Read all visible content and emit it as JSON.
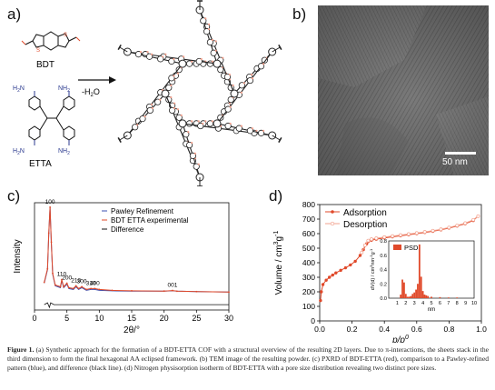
{
  "panels": {
    "a": "a)",
    "b": "b)",
    "c": "c)",
    "d": "d)"
  },
  "panel_a": {
    "bdt_label": "BDT",
    "etta_label": "ETTA",
    "nh2": "NH",
    "nh2_sub": "2",
    "h2n": "H",
    "h2n_sub": "2",
    "h2n_n": "N",
    "reaction": "-H",
    "reaction_sub": "2",
    "reaction_o": "O",
    "colors": {
      "sulfur": "#e0492a",
      "aldehyde": "#e0492a",
      "amine": "#2b3a8f"
    }
  },
  "panel_b": {
    "scale_bar": "50 nm"
  },
  "chart_data": [
    {
      "type": "line",
      "id": "pxrd",
      "xlabel": "2θ/°",
      "ylabel": "Intensity",
      "xlim": [
        0,
        30
      ],
      "xticks": [
        0,
        5,
        10,
        15,
        20,
        25,
        30
      ],
      "legend": [
        "Pawley Refinement",
        "BDT ETTA experimental",
        "Difference"
      ],
      "legend_position": "top-right",
      "peak_labels": [
        {
          "label": "100",
          "x": 2.4
        },
        {
          "label": "110",
          "x": 4.2
        },
        {
          "label": "200",
          "x": 5.0
        },
        {
          "label": "210",
          "x": 6.4
        },
        {
          "label": "300",
          "x": 7.3
        },
        {
          "label": "310",
          "x": 8.7
        },
        {
          "label": "400",
          "x": 9.3
        },
        {
          "label": "001",
          "x": 21.3
        }
      ],
      "series": [
        {
          "name": "Pawley Refinement",
          "color": "#3b4fb0",
          "x": [
            1.5,
            2.0,
            2.2,
            2.4,
            2.6,
            2.8,
            3.2,
            4.0,
            4.2,
            4.5,
            5.0,
            5.3,
            6.0,
            6.4,
            6.8,
            7.3,
            8.0,
            8.7,
            9.3,
            10,
            12,
            15,
            20,
            21.3,
            22,
            25,
            30
          ],
          "y": [
            0.15,
            0.3,
            0.7,
            1.0,
            0.6,
            0.25,
            0.12,
            0.1,
            0.18,
            0.1,
            0.14,
            0.09,
            0.08,
            0.11,
            0.08,
            0.1,
            0.07,
            0.08,
            0.08,
            0.07,
            0.065,
            0.06,
            0.06,
            0.065,
            0.06,
            0.055,
            0.05
          ]
        },
        {
          "name": "BDT ETTA experimental",
          "color": "#e0492a",
          "x": [
            1.5,
            2.0,
            2.2,
            2.4,
            2.6,
            2.8,
            3.2,
            4.0,
            4.2,
            4.5,
            5.0,
            5.3,
            6.0,
            6.4,
            6.8,
            7.3,
            8.0,
            8.7,
            9.3,
            10,
            12,
            15,
            20,
            21.3,
            22,
            25,
            30
          ],
          "y": [
            0.16,
            0.31,
            0.71,
            1.0,
            0.61,
            0.26,
            0.13,
            0.11,
            0.19,
            0.11,
            0.15,
            0.1,
            0.09,
            0.12,
            0.09,
            0.11,
            0.08,
            0.09,
            0.09,
            0.08,
            0.07,
            0.065,
            0.062,
            0.068,
            0.06,
            0.056,
            0.05
          ]
        },
        {
          "name": "Difference",
          "color": "#111111",
          "x": [
            1.5,
            2.0,
            2.3,
            2.5,
            3.0,
            5,
            10,
            15,
            20,
            25,
            30
          ],
          "y": [
            0.0,
            0.02,
            -0.03,
            0.02,
            0.0,
            0.0,
            0.0,
            0.0,
            0.0,
            0.0,
            0.0
          ]
        }
      ]
    },
    {
      "type": "line",
      "id": "isotherm",
      "xlabel": "p/p",
      "xlabel_sup": "0",
      "ylabel": "Volume / cm",
      "ylabel_sup1": "3",
      "ylabel_mid": "g",
      "ylabel_sup2": "-1",
      "xlim": [
        0,
        1.0
      ],
      "ylim": [
        0,
        800
      ],
      "xticks": [
        0.0,
        0.2,
        0.4,
        0.6,
        0.8,
        1.0
      ],
      "yticks": [
        0,
        100,
        200,
        300,
        400,
        500,
        600,
        700,
        800
      ],
      "legend": [
        "Adsorption",
        "Desorption"
      ],
      "legend_position": "top-left",
      "series": [
        {
          "name": "Adsorption",
          "color": "#e0492a",
          "x": [
            0.005,
            0.01,
            0.02,
            0.04,
            0.06,
            0.08,
            0.1,
            0.13,
            0.16,
            0.19,
            0.22,
            0.25,
            0.27,
            0.29,
            0.3,
            0.32,
            0.35,
            0.4,
            0.45,
            0.5,
            0.55,
            0.6,
            0.65,
            0.7,
            0.75,
            0.8,
            0.85,
            0.9,
            0.95,
            0.98
          ],
          "y": [
            140,
            200,
            250,
            280,
            300,
            315,
            330,
            348,
            365,
            385,
            410,
            450,
            490,
            530,
            545,
            555,
            562,
            570,
            578,
            585,
            592,
            600,
            608,
            616,
            626,
            638,
            652,
            668,
            690,
            720
          ]
        },
        {
          "name": "Desorption",
          "color": "#f2a08c",
          "x": [
            0.98,
            0.95,
            0.9,
            0.85,
            0.8,
            0.75,
            0.7,
            0.65,
            0.6,
            0.55,
            0.5,
            0.45,
            0.4,
            0.35,
            0.32,
            0.3,
            0.28,
            0.26
          ],
          "y": [
            720,
            695,
            672,
            656,
            642,
            630,
            620,
            612,
            604,
            597,
            590,
            583,
            576,
            568,
            562,
            552,
            520,
            470
          ]
        }
      ]
    },
    {
      "type": "bar",
      "id": "psd",
      "legend": [
        "PSD"
      ],
      "xlabel": "nm",
      "ylabel": "dV(d) / cm",
      "ylabel_rest": "nm",
      "ylabel_sup": "3",
      "ylabel_sup2": "-1",
      "ylabel_g": "g",
      "xlim": [
        0,
        10
      ],
      "ylim": [
        0,
        0.8
      ],
      "xticks": [
        1,
        2,
        3,
        4,
        5,
        6,
        7,
        8,
        9,
        10
      ],
      "yticks": [
        0.0,
        0.2,
        0.4,
        0.6,
        0.8
      ],
      "x": [
        1.4,
        1.6,
        1.8,
        2.0,
        2.2,
        2.4,
        2.6,
        2.8,
        3.0,
        3.2,
        3.4,
        3.6,
        3.8,
        4.0,
        4.2,
        4.4,
        4.6,
        5.0,
        6.0,
        7.0,
        8.0
      ],
      "values": [
        0.05,
        0.26,
        0.22,
        0.06,
        0.02,
        0.02,
        0.03,
        0.06,
        0.08,
        0.12,
        0.2,
        0.75,
        0.3,
        0.1,
        0.05,
        0.04,
        0.03,
        0.02,
        0.015,
        0.01,
        0.01
      ]
    }
  ],
  "caption": {
    "lead": "Figure 1.",
    "text": " (a) Synthetic approach for the formation of a BDT-ETTA COF with a structural overview of the resulting 2D layers. Due to π-interactions, the sheets stack in the third dimension to form the final hexagonal AA eclipsed framework. (b) TEM image of the resulting powder. (c) PXRD of BDT-ETTA (red), comparison to a Pawley-refined pattern (blue), and difference (black line). (d) Nitrogen physisorption isotherm of BDT-ETTA with a pore size distribution revealing two distinct pore sizes."
  }
}
